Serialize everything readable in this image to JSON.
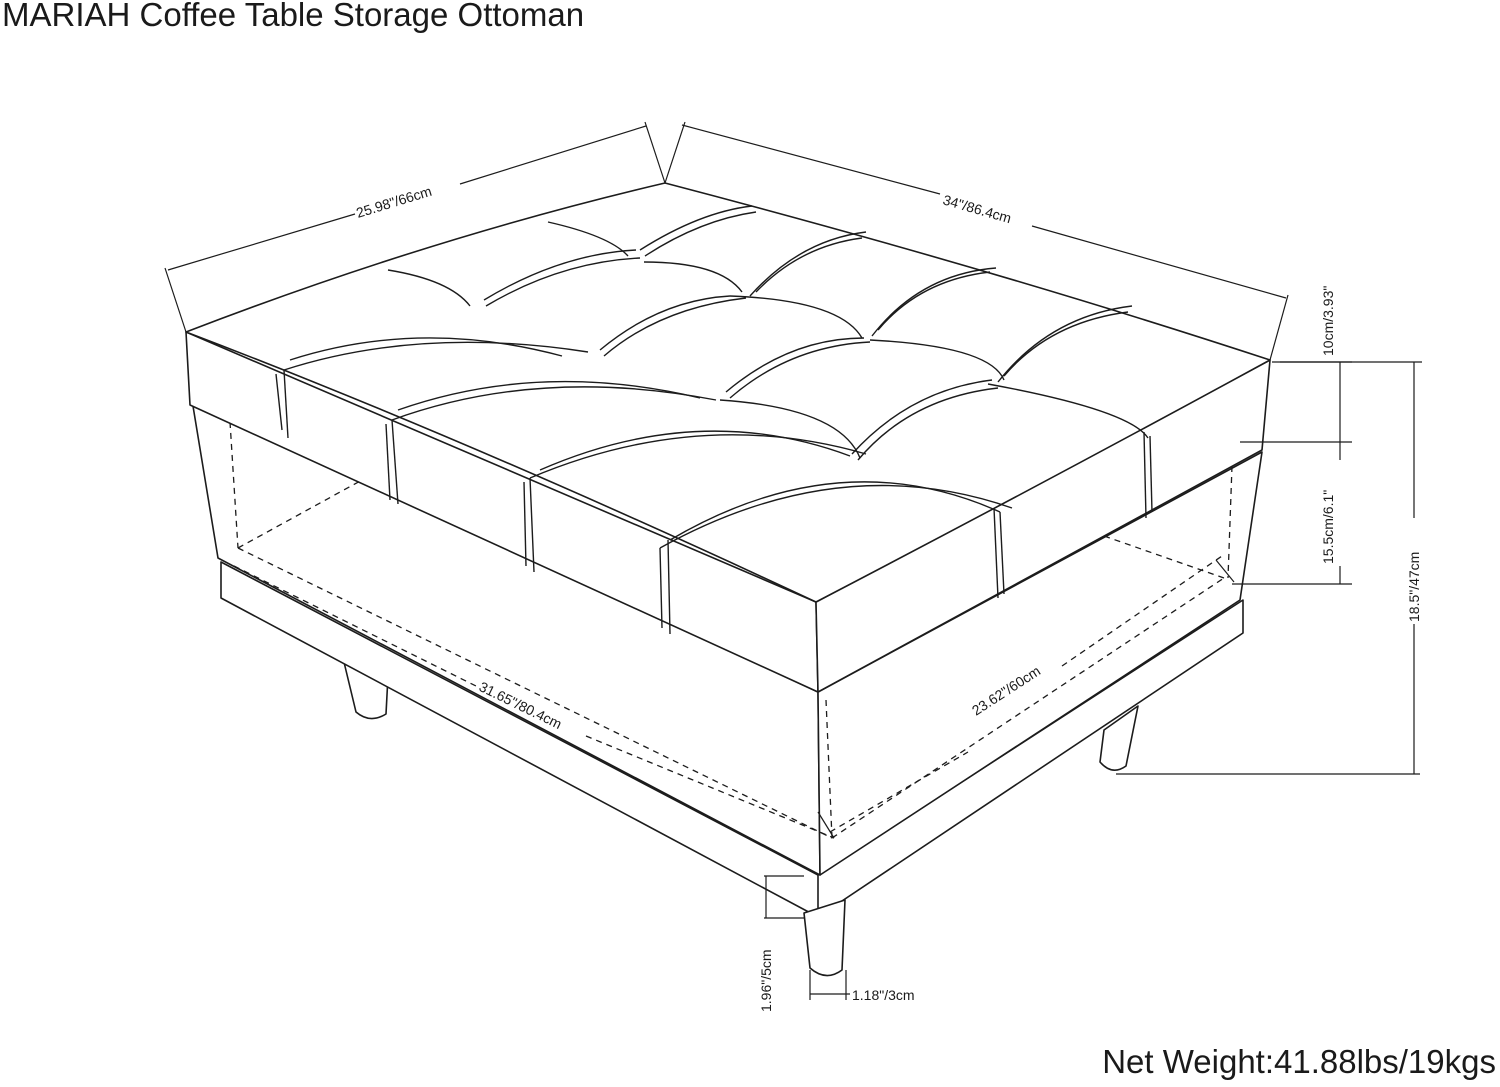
{
  "title": "MARIAH Coffee Table Storage Ottoman",
  "net_weight": "Net Weight:41.88lbs/19kgs",
  "dimensions": {
    "top_depth": "25.98\"/66cm",
    "top_width": "34\"/86.4cm",
    "lid_height": "10cm/3.93\"",
    "storage_height": "15.5cm/6.1\"",
    "total_height": "18.5\"/47cm",
    "inner_length": "31.65\"/80.4cm",
    "inner_width": "23.62\"/60cm",
    "leg_height": "1.96\"/5cm",
    "leg_width": "1.18\"/3cm"
  }
}
